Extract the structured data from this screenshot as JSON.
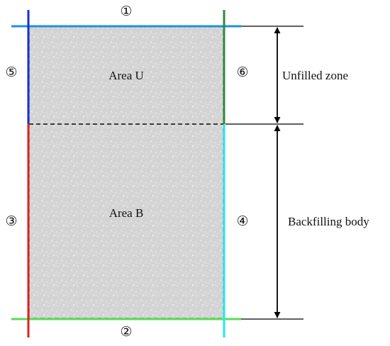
{
  "boundaries": {
    "b1": {
      "label": "①",
      "color": "#1f8fe0"
    },
    "b2": {
      "label": "②",
      "color": "#55e055"
    },
    "b3": {
      "label": "③",
      "color": "#e02020"
    },
    "b4": {
      "label": "④",
      "color": "#22e8f0"
    },
    "b5": {
      "label": "⑤",
      "color": "#1a2fd0"
    },
    "b6": {
      "label": "⑥",
      "color": "#2f8a3f"
    }
  },
  "areas": {
    "upper": {
      "label": "Area U"
    },
    "lower": {
      "label": "Area B"
    }
  },
  "zones": {
    "unfilled": {
      "label": "Unfilled zone"
    },
    "backfilling": {
      "label": "Backfilling body"
    }
  },
  "colors": {
    "particle_fill": "#cfcfcf",
    "outline": "#000000"
  }
}
